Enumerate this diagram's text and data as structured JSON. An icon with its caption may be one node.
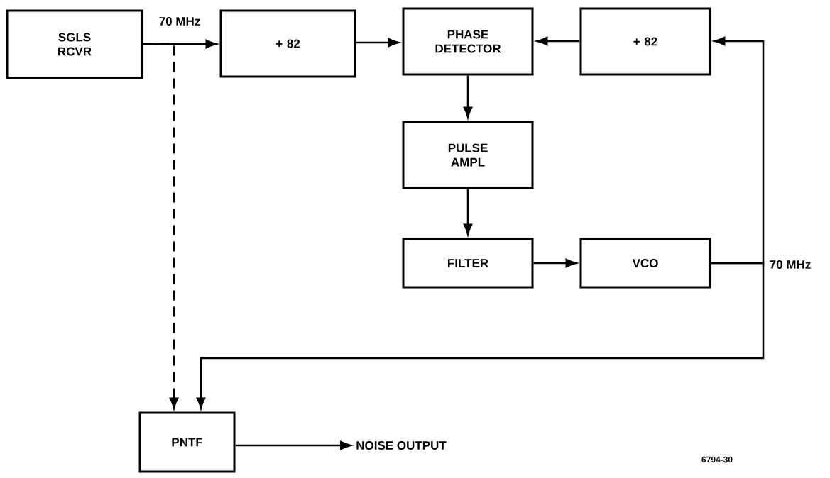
{
  "diagram": {
    "nodes": [
      {
        "text": [
          "SGLS RCVR"
        ]
      },
      {
        "text": [
          "+ 82"
        ]
      },
      {
        "text": [
          "PHASE DETECTOR"
        ]
      },
      {
        "text": [
          "+ 82"
        ]
      },
      {
        "text": [
          "PULSE AMPL"
        ]
      },
      {
        "text": [
          "FILTER"
        ]
      },
      {
        "text": [
          "VCO"
        ]
      },
      {
        "text": [
          "PNTF"
        ]
      },
      {
        "text": [
          "NOISE OUTPUT"
        ]
      }
    ],
    "edges": [
      {
        "from": 0,
        "to": 1,
        "arrow": "to",
        "label": "70 MHz"
      },
      {
        "from": 1,
        "to": 2,
        "arrow": "to"
      },
      {
        "from": 3,
        "to": 2,
        "arrow": "to"
      },
      {
        "from": 2,
        "to": 4,
        "arrow": "to"
      },
      {
        "from": 4,
        "to": 5,
        "arrow": "to"
      },
      {
        "from": 5,
        "to": 6,
        "arrow": "to"
      },
      {
        "from": 6,
        "to": 3,
        "arrow": "to",
        "label": "70 MHz"
      },
      {
        "from": 6,
        "to": 7,
        "arrow": "to"
      },
      {
        "from": 0,
        "to": 7,
        "arrow": "to",
        "style": "dashed"
      },
      {
        "from": 7,
        "to": 8,
        "arrow": "to"
      }
    ],
    "labels": [
      "6794-30"
    ]
  }
}
